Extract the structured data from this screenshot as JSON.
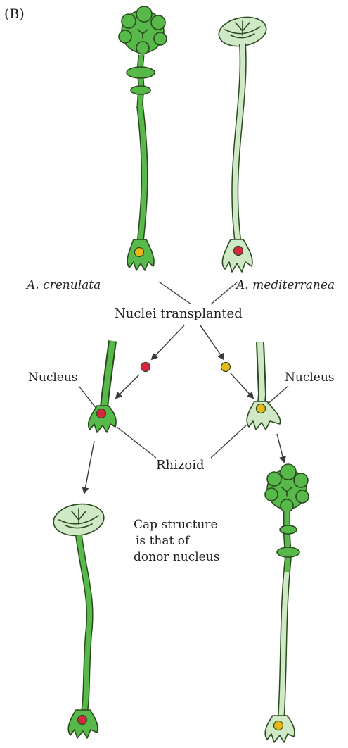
{
  "panel_label": "(B)",
  "species": {
    "left": "A. crenulata",
    "right": "A. mediterranea"
  },
  "labels": {
    "transplant": "Nuclei transplanted",
    "nucleus_left": "Nucleus",
    "nucleus_right": "Nucleus",
    "rhizoid": "Rhizoid",
    "caption_lines": [
      "Cap structure",
      "is that of",
      "donor nucleus"
    ]
  },
  "colors": {
    "crenulata_green": "#56b94a",
    "mediterranea_green": "#cfe8c6",
    "outline": "#2a4a1e",
    "crenulata_nucleus": "#e8b81a",
    "mediterranea_nucleus": "#d8263f"
  }
}
